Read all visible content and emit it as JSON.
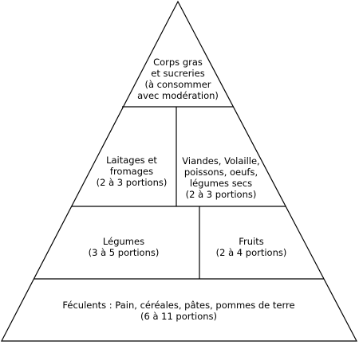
{
  "pyramid": {
    "top": {
      "lines": [
        "Corps gras",
        "et sucreries",
        "(à consommer",
        "avec modération)"
      ]
    },
    "level2_left": {
      "lines": [
        "Laitages et",
        "fromages",
        "(2 à 3 portions)"
      ]
    },
    "level2_right": {
      "lines": [
        "Viandes, Volaille,",
        "poissons, oeufs,",
        "légumes secs",
        "(2 à 3 portions)"
      ]
    },
    "level3_left": {
      "lines": [
        "Légumes",
        "(3 à 5 portions)"
      ]
    },
    "level3_right": {
      "lines": [
        "Fruits",
        "(2 à 4 portions)"
      ]
    },
    "base": {
      "lines": [
        "Féculents : Pain, céréales, pâtes, pommes de terre",
        "(6 à 11 portions)"
      ]
    }
  },
  "colors": {
    "stroke": "#000000",
    "fill": "#ffffff",
    "text": "#000000"
  }
}
